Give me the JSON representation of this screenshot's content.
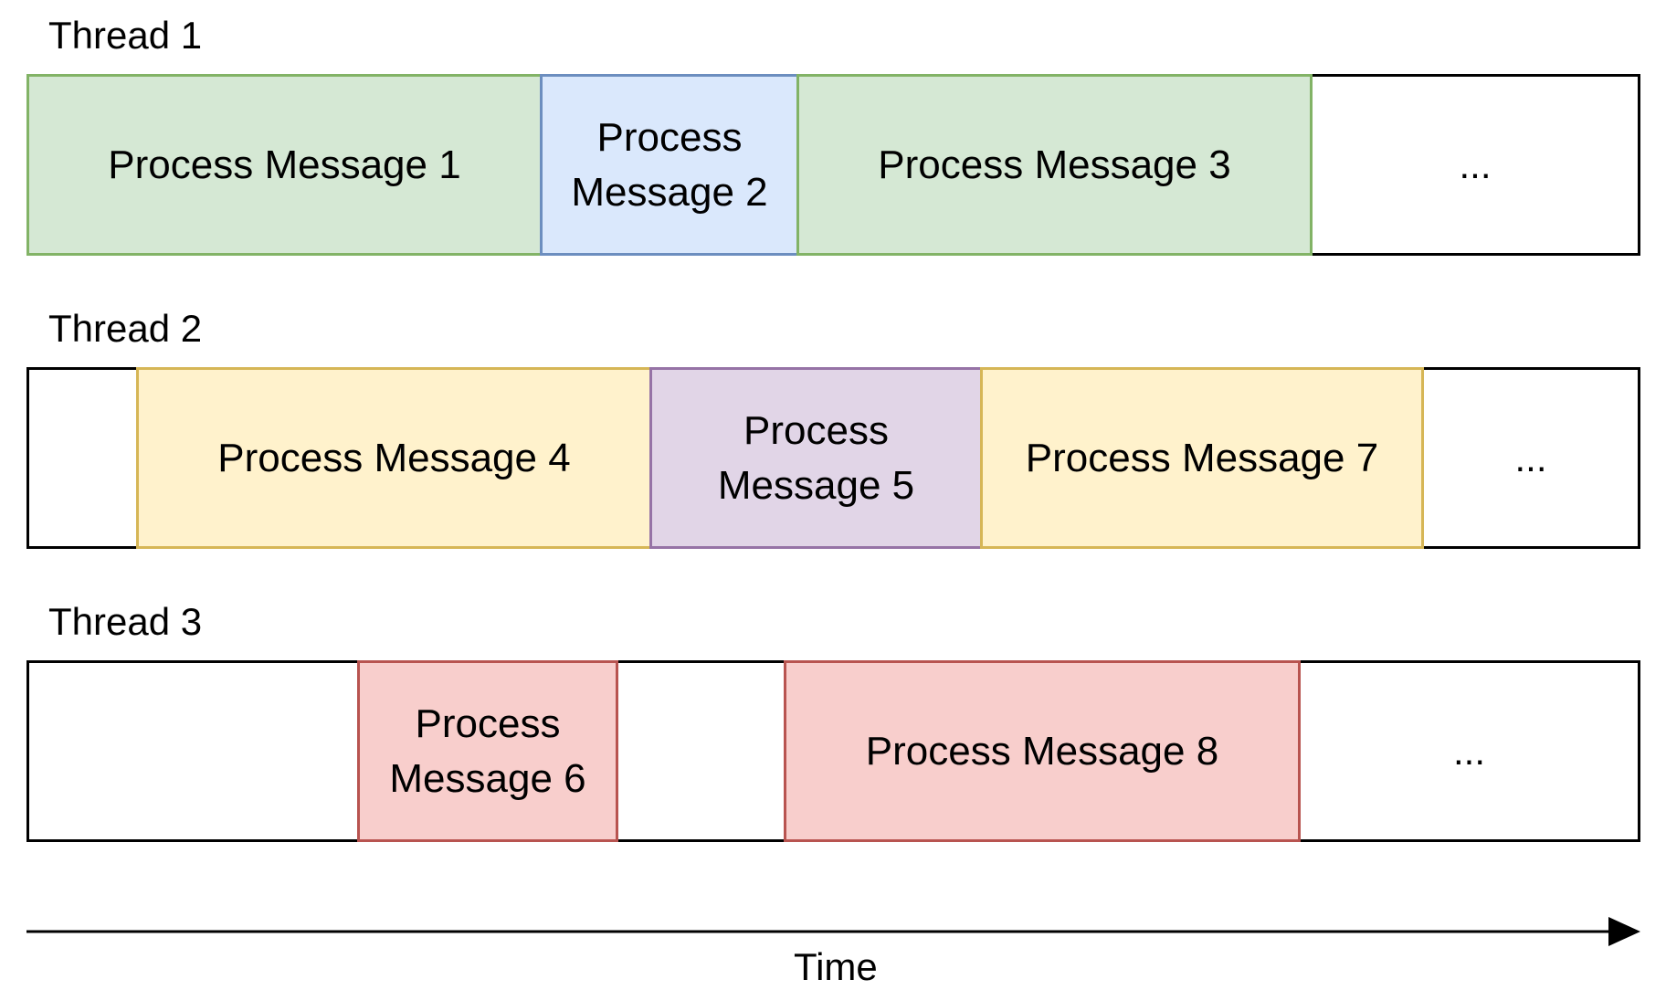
{
  "colors": {
    "green_fill": "#d5e8d4",
    "green_stroke": "#82b366",
    "blue_fill": "#dae8fc",
    "blue_stroke": "#6c8ebf",
    "yellow_fill": "#fff2cc",
    "yellow_stroke": "#d6b656",
    "purple_fill": "#e1d5e7",
    "purple_stroke": "#9673a6",
    "red_fill": "#f8cecc",
    "red_stroke": "#b85450"
  },
  "threads": [
    {
      "label": "Thread 1",
      "blocks": [
        {
          "text": "Process Message 1",
          "color": "green"
        },
        {
          "text": "Process Message 2",
          "color": "blue"
        },
        {
          "text": "Process Message 3",
          "color": "green"
        }
      ],
      "ellipsis": "..."
    },
    {
      "label": "Thread 2",
      "blocks": [
        {
          "text": "Process Message 4",
          "color": "yellow"
        },
        {
          "text": "Process Message 5",
          "color": "purple"
        },
        {
          "text": "Process Message 7",
          "color": "yellow"
        }
      ],
      "ellipsis": "..."
    },
    {
      "label": "Thread 3",
      "blocks": [
        {
          "text": "Process Message 6",
          "color": "red"
        },
        {
          "text": "Process Message 8",
          "color": "red"
        }
      ],
      "ellipsis": "..."
    }
  ],
  "axis": {
    "label": "Time"
  }
}
